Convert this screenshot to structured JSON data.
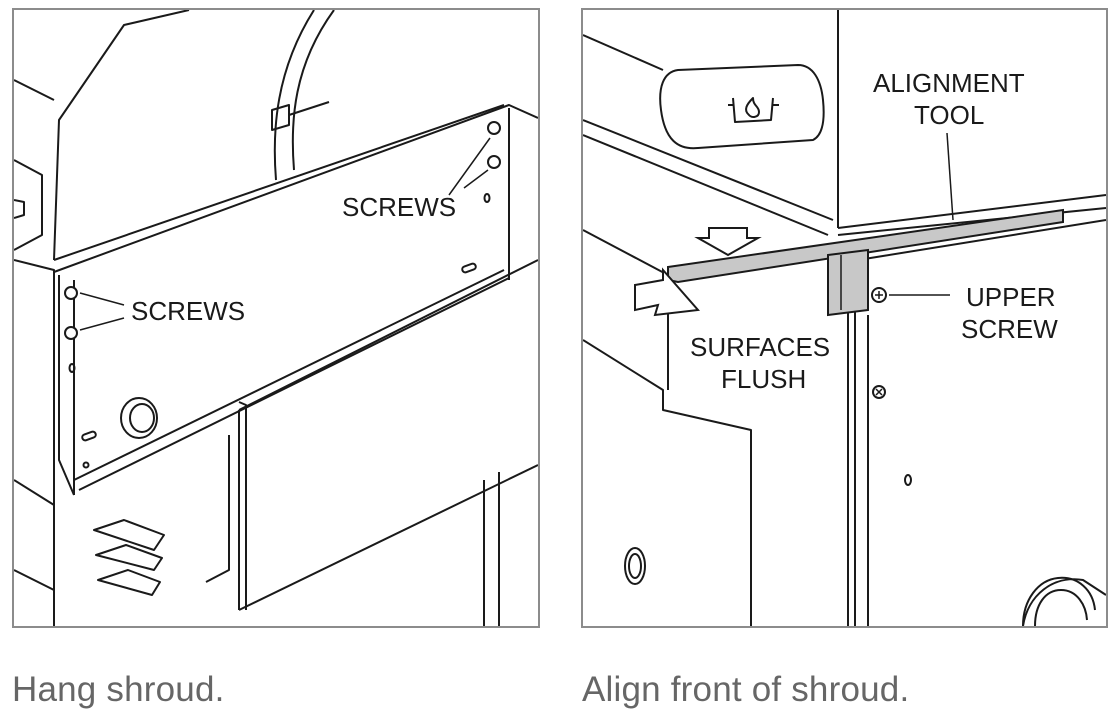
{
  "left_panel": {
    "label_screws_upper": "SCREWS",
    "label_screws_lower": "SCREWS",
    "caption": "Hang shroud."
  },
  "right_panel": {
    "label_alignment_line1": "ALIGNMENT",
    "label_alignment_line2": "TOOL",
    "label_upper_screw_line1": "UPPER",
    "label_upper_screw_line2": "SCREW",
    "label_surfaces_line1": "SURFACES",
    "label_surfaces_line2": "FLUSH",
    "caption": "Align front of shroud."
  },
  "colors": {
    "line": "#1a1a1a",
    "border": "#8c8c8c",
    "tool_fill": "#c8c8c8",
    "caption": "#666666"
  }
}
